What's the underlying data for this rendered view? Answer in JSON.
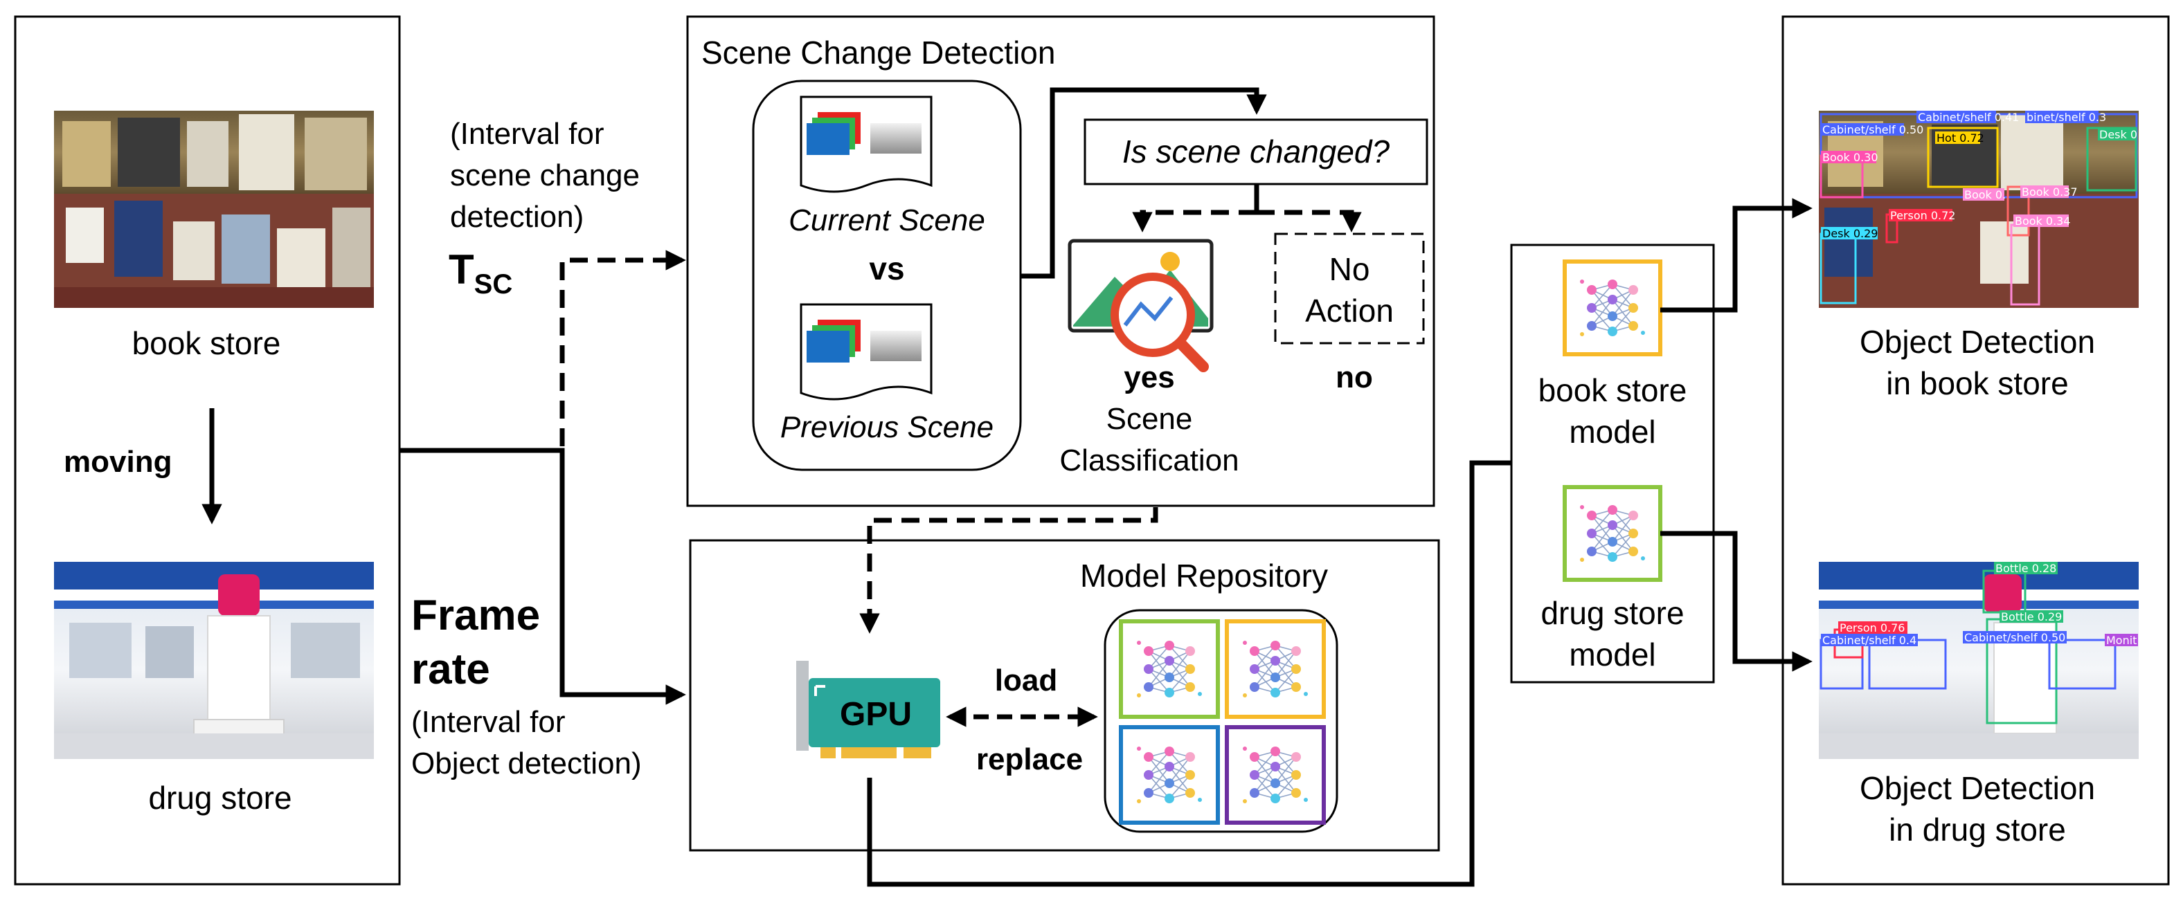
{
  "input_panel": {
    "top_scene_caption": "book store",
    "moving_label": "moving",
    "bottom_scene_caption": "drug store"
  },
  "timing": {
    "tsc_note_lines": [
      "(Interval for",
      "scene change",
      "detection)"
    ],
    "tsc_symbol": "T",
    "tsc_subscript": "SC",
    "frame_rate_lines": [
      "Frame",
      "rate"
    ],
    "frame_rate_note_lines": [
      "(Interval for",
      "Object detection)"
    ]
  },
  "scene_change": {
    "title": "Scene Change Detection",
    "current_scene": "Current Scene",
    "vs": "vs",
    "previous_scene": "Previous Scene",
    "question": "Is scene changed?",
    "yes": "yes",
    "no": "no",
    "no_action_lines": [
      "No",
      "Action"
    ],
    "classification_lines": [
      "Scene",
      "Classification"
    ]
  },
  "repository": {
    "title": "Model Repository",
    "gpu_label": "GPU",
    "load": "load",
    "replace": "replace"
  },
  "models": {
    "book_model_lines": [
      "book store",
      "model"
    ],
    "drug_model_lines": [
      "drug store",
      "model"
    ]
  },
  "outputs": {
    "book_caption_lines": [
      "Object Detection",
      "in book store"
    ],
    "drug_caption_lines": [
      "Object Detection",
      "in drug store"
    ],
    "book_detections": [
      "Cabinet/shelf 0.41",
      "binet/shelf 0.3",
      "Cabinet/shelf 0.50",
      "Hot 0.72",
      "Desk 0",
      "Book 0.30",
      "Book 0.",
      "Book 0.37",
      "Person 0.72",
      "Book 0.34",
      "Desk 0.29"
    ],
    "drug_detections": [
      "Bottle 0.28",
      "Bottle 0.29",
      "Person 0.76",
      "Cabinet/shelf 0.4",
      "Cabinet/shelf 0.50",
      "Monit"
    ]
  },
  "colors": {
    "yes": "#1aa55a",
    "no": "#e8201a",
    "gpu": "#2aa79b",
    "frame_orange": "#f7b928",
    "frame_green": "#8cc63f",
    "frame_blue": "#1d7cc5",
    "frame_purple": "#6b2fa0"
  }
}
